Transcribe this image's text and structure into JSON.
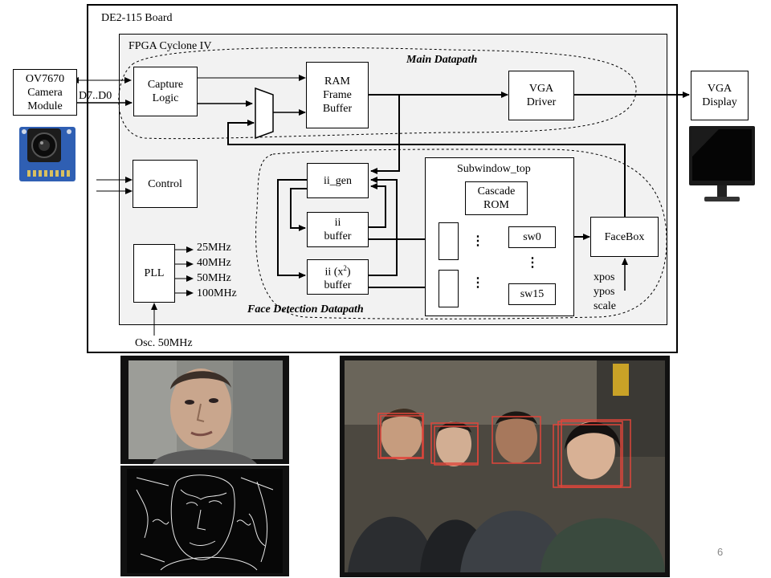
{
  "board": {
    "title": "DE2-115 Board"
  },
  "fpga": {
    "title": "FPGA Cyclone  IV"
  },
  "camera": {
    "label": "OV7670 Camera Module",
    "lines": [
      "OV7670",
      "Camera",
      "Module"
    ],
    "bus_label": "D7..D0"
  },
  "main_datapath": {
    "title": "Main Datapath"
  },
  "face_datapath": {
    "title": "Face Detection Datapath"
  },
  "blocks": {
    "capture": [
      "Capture",
      "Logic"
    ],
    "ram": [
      "RAM",
      "Frame",
      "Buffer"
    ],
    "vga_driver": [
      "VGA",
      "Driver"
    ],
    "vga_display": [
      "VGA",
      "Display"
    ],
    "control": "Control",
    "pll": "PLL",
    "ii_gen": "ii_gen",
    "ii_buffer": [
      "ii",
      "buffer"
    ],
    "ii2_buffer": [
      "ii  (x",
      "2",
      ")",
      "buffer"
    ],
    "subwindow": "Subwindow_top",
    "cascade_rom": [
      "Cascade",
      "ROM"
    ],
    "sw0": "sw0",
    "sw15": "sw15",
    "facebox": "FaceBox"
  },
  "pll_outputs": [
    "25MHz",
    "40MHz",
    "50MHz",
    "100MHz"
  ],
  "oscillator": "Osc. 50MHz",
  "facebox_inputs": [
    "xpos",
    "ypos",
    "scale"
  ],
  "dots": "⋮",
  "page_number": "6",
  "colors": {
    "face_box": "#e0453a",
    "panel_bg": "#f2f2f2"
  }
}
